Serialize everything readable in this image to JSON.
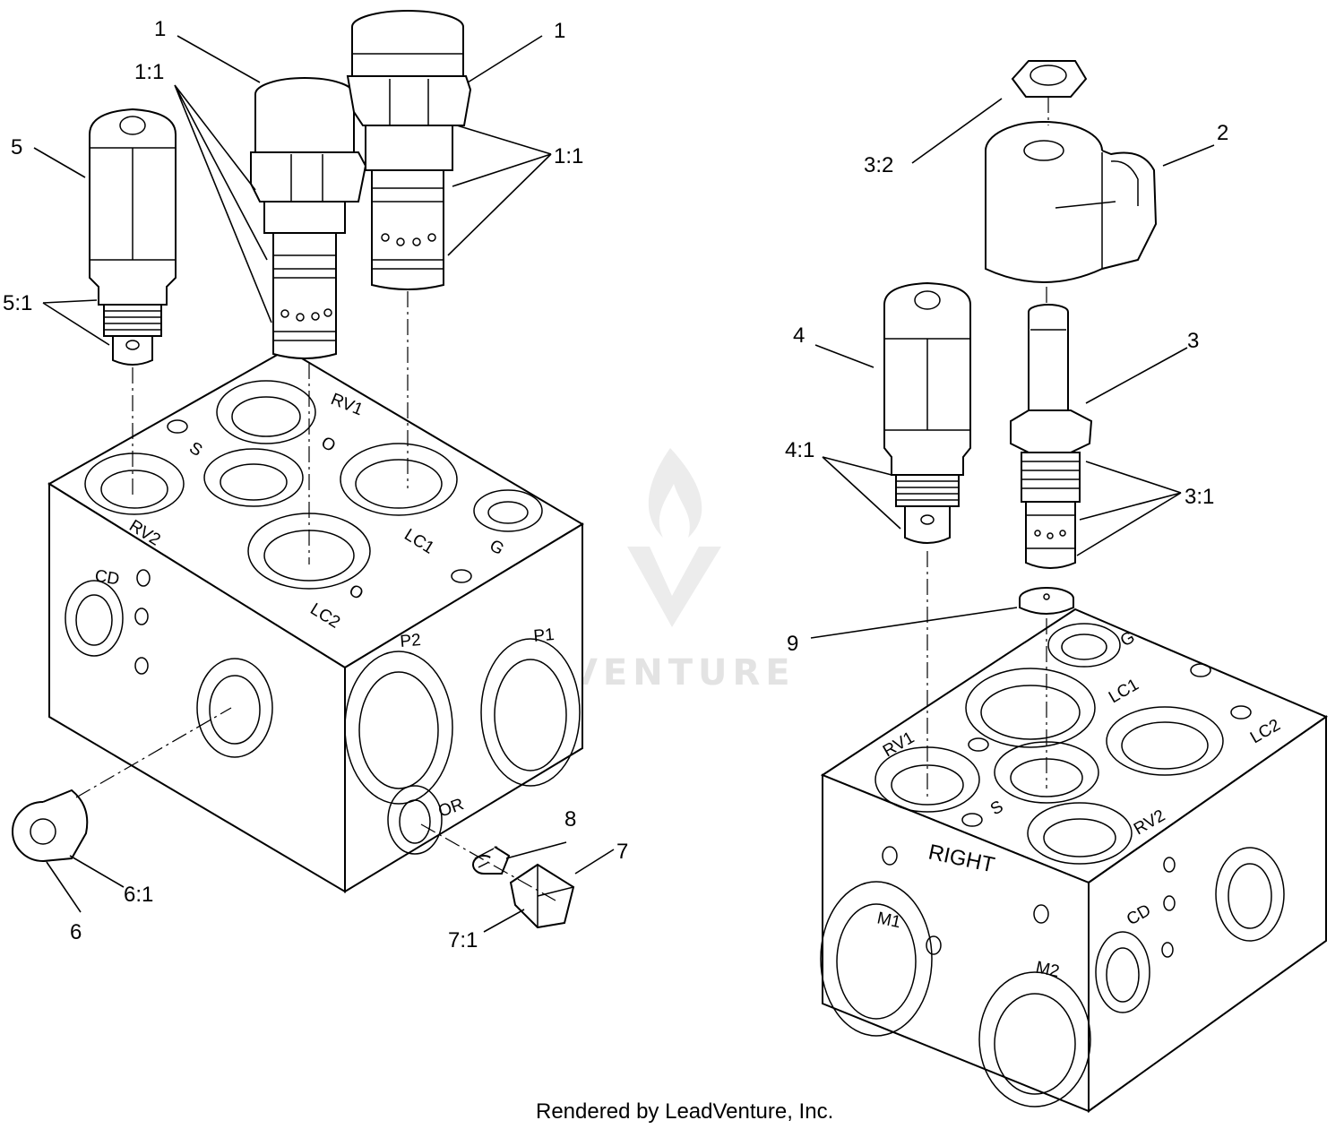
{
  "callouts": {
    "c1a": "1",
    "c1b": "1",
    "c1_1a": "1:1",
    "c1_1b": "1:1",
    "c2": "2",
    "c3": "3",
    "c3_1": "3:1",
    "c3_2": "3:2",
    "c4": "4",
    "c4_1": "4:1",
    "c5": "5",
    "c5_1": "5:1",
    "c6": "6",
    "c6_1": "6:1",
    "c7": "7",
    "c7_1": "7:1",
    "c8": "8",
    "c9": "9"
  },
  "left_block_ports": {
    "rv1": "RV1",
    "s": "S",
    "o1": "O",
    "rv2": "RV2",
    "lc1": "LC1",
    "g": "G",
    "lc2": "LC2",
    "o2": "O",
    "cd": "CD",
    "p2": "P2",
    "p1": "P1",
    "or": "OR"
  },
  "right_block_ports": {
    "g": "G",
    "lc1": "LC1",
    "lc2": "LC2",
    "rv1": "RV1",
    "s": "S",
    "rv2": "RV2",
    "right": "RIGHT",
    "m1": "M1",
    "m2": "M2",
    "cd": "CD"
  },
  "watermark": "LEADVENTURE",
  "footer": "Rendered by LeadVenture, Inc.",
  "colors": {
    "line": "#000000",
    "watermark": "#e3e3e3",
    "background": "#ffffff"
  }
}
